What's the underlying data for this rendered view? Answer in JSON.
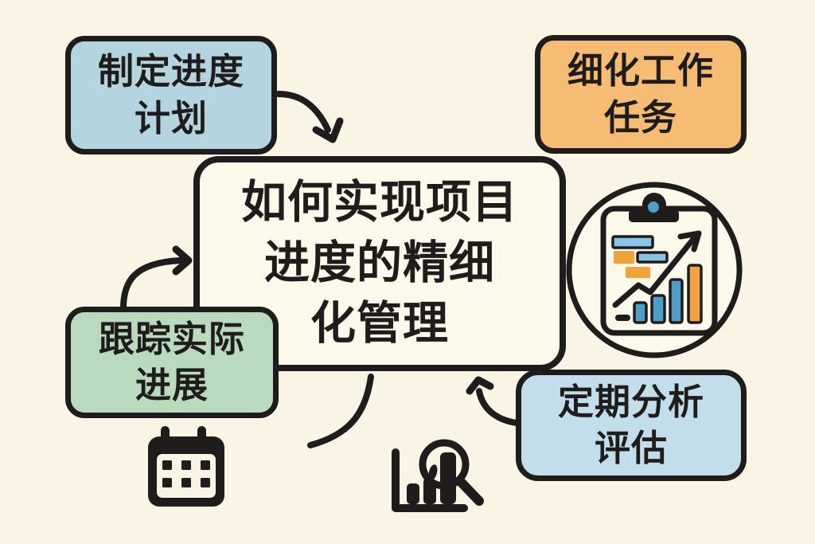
{
  "colors": {
    "bg": "#faf4e5",
    "ink": "#1e1d1b",
    "panel": "#fcf8ea",
    "box_blue": "#b4d4e0",
    "box_orange": "#f7bc74",
    "box_green": "#b9dabd",
    "box_blue2": "#c2deea",
    "icon_blue": "#4f9dc9",
    "icon_blue_light": "#8ac4e4",
    "icon_orange": "#f0a23c"
  },
  "central_topic": {
    "lines": [
      "如何实现项目",
      "进度的精细",
      "化管理"
    ]
  },
  "branches": {
    "plan": {
      "lines": [
        "制定进度",
        "计划"
      ]
    },
    "refine": {
      "lines": [
        "细化工作",
        "任务"
      ]
    },
    "track": {
      "lines": [
        "跟踪实际",
        "进展"
      ]
    },
    "review": {
      "lines": [
        "定期分析",
        "评估"
      ]
    }
  },
  "icons": {
    "badge": "clipboard-chart-icon",
    "calendar": "calendar-icon",
    "magnifier": "chart-magnifier-icon"
  }
}
